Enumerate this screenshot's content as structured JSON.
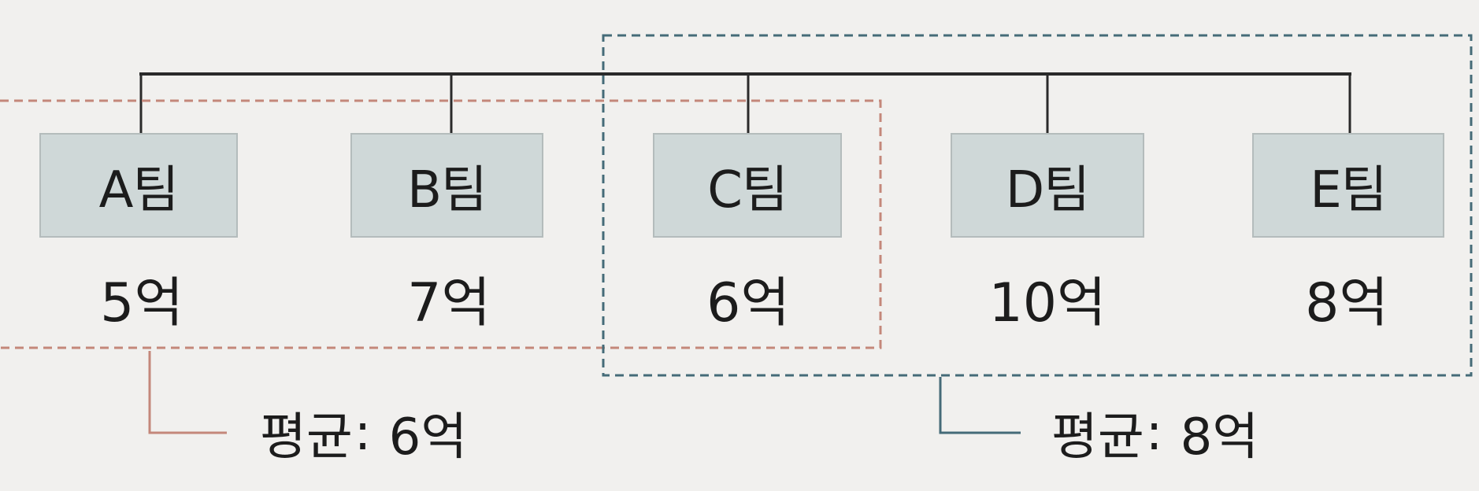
{
  "teams": [
    {
      "name": "A팀",
      "value": "5억"
    },
    {
      "name": "B팀",
      "value": "7억"
    },
    {
      "name": "C팀",
      "value": "6억"
    },
    {
      "name": "D팀",
      "value": "10억"
    },
    {
      "name": "E팀",
      "value": "8억"
    }
  ],
  "groups": [
    {
      "members": [
        "A팀",
        "B팀",
        "C팀"
      ],
      "label": "평균",
      "value": "6억",
      "color": "#c4877a"
    },
    {
      "members": [
        "C팀",
        "D팀",
        "E팀"
      ],
      "label": "평균",
      "value": "8억",
      "color": "#456b78"
    }
  ],
  "colors": {
    "box_fill": "#cfd8d8",
    "line": "#2a2a2a",
    "background": "#f1f0ee"
  }
}
